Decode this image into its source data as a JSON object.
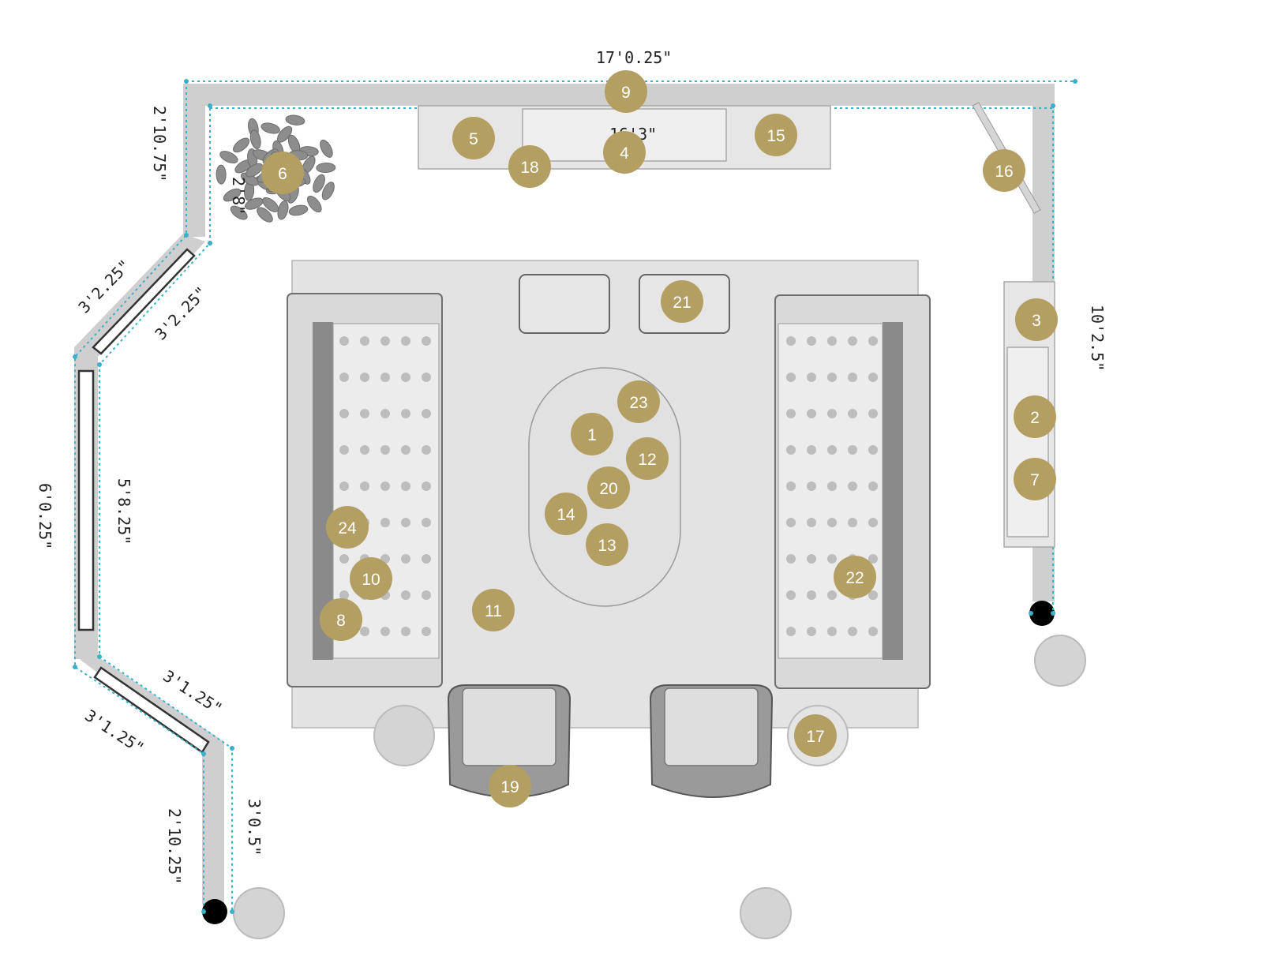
{
  "dimensions": [
    "17'0.25\"",
    "2'10.75\"",
    "2'8\"",
    "16'3\"",
    "10'2.5\"",
    "3'2.25\"",
    "3'2.25\"",
    "6'0.25\"",
    "5'8.25\"",
    "3'1.25\"",
    "3'1.25\"",
    "3'0.5\"",
    "2'10.25\""
  ],
  "markers": [
    "1",
    "2",
    "3",
    "4",
    "5",
    "6",
    "7",
    "8",
    "9",
    "10",
    "11",
    "12",
    "13",
    "14",
    "15",
    "16",
    "17",
    "18",
    "19",
    "20",
    "21",
    "22",
    "23",
    "24"
  ],
  "colors": {
    "wall": "#cfcfcf",
    "dimension_line": "#3ab0c8",
    "marker": "#b49f62",
    "marker_text": "#ffffff"
  }
}
